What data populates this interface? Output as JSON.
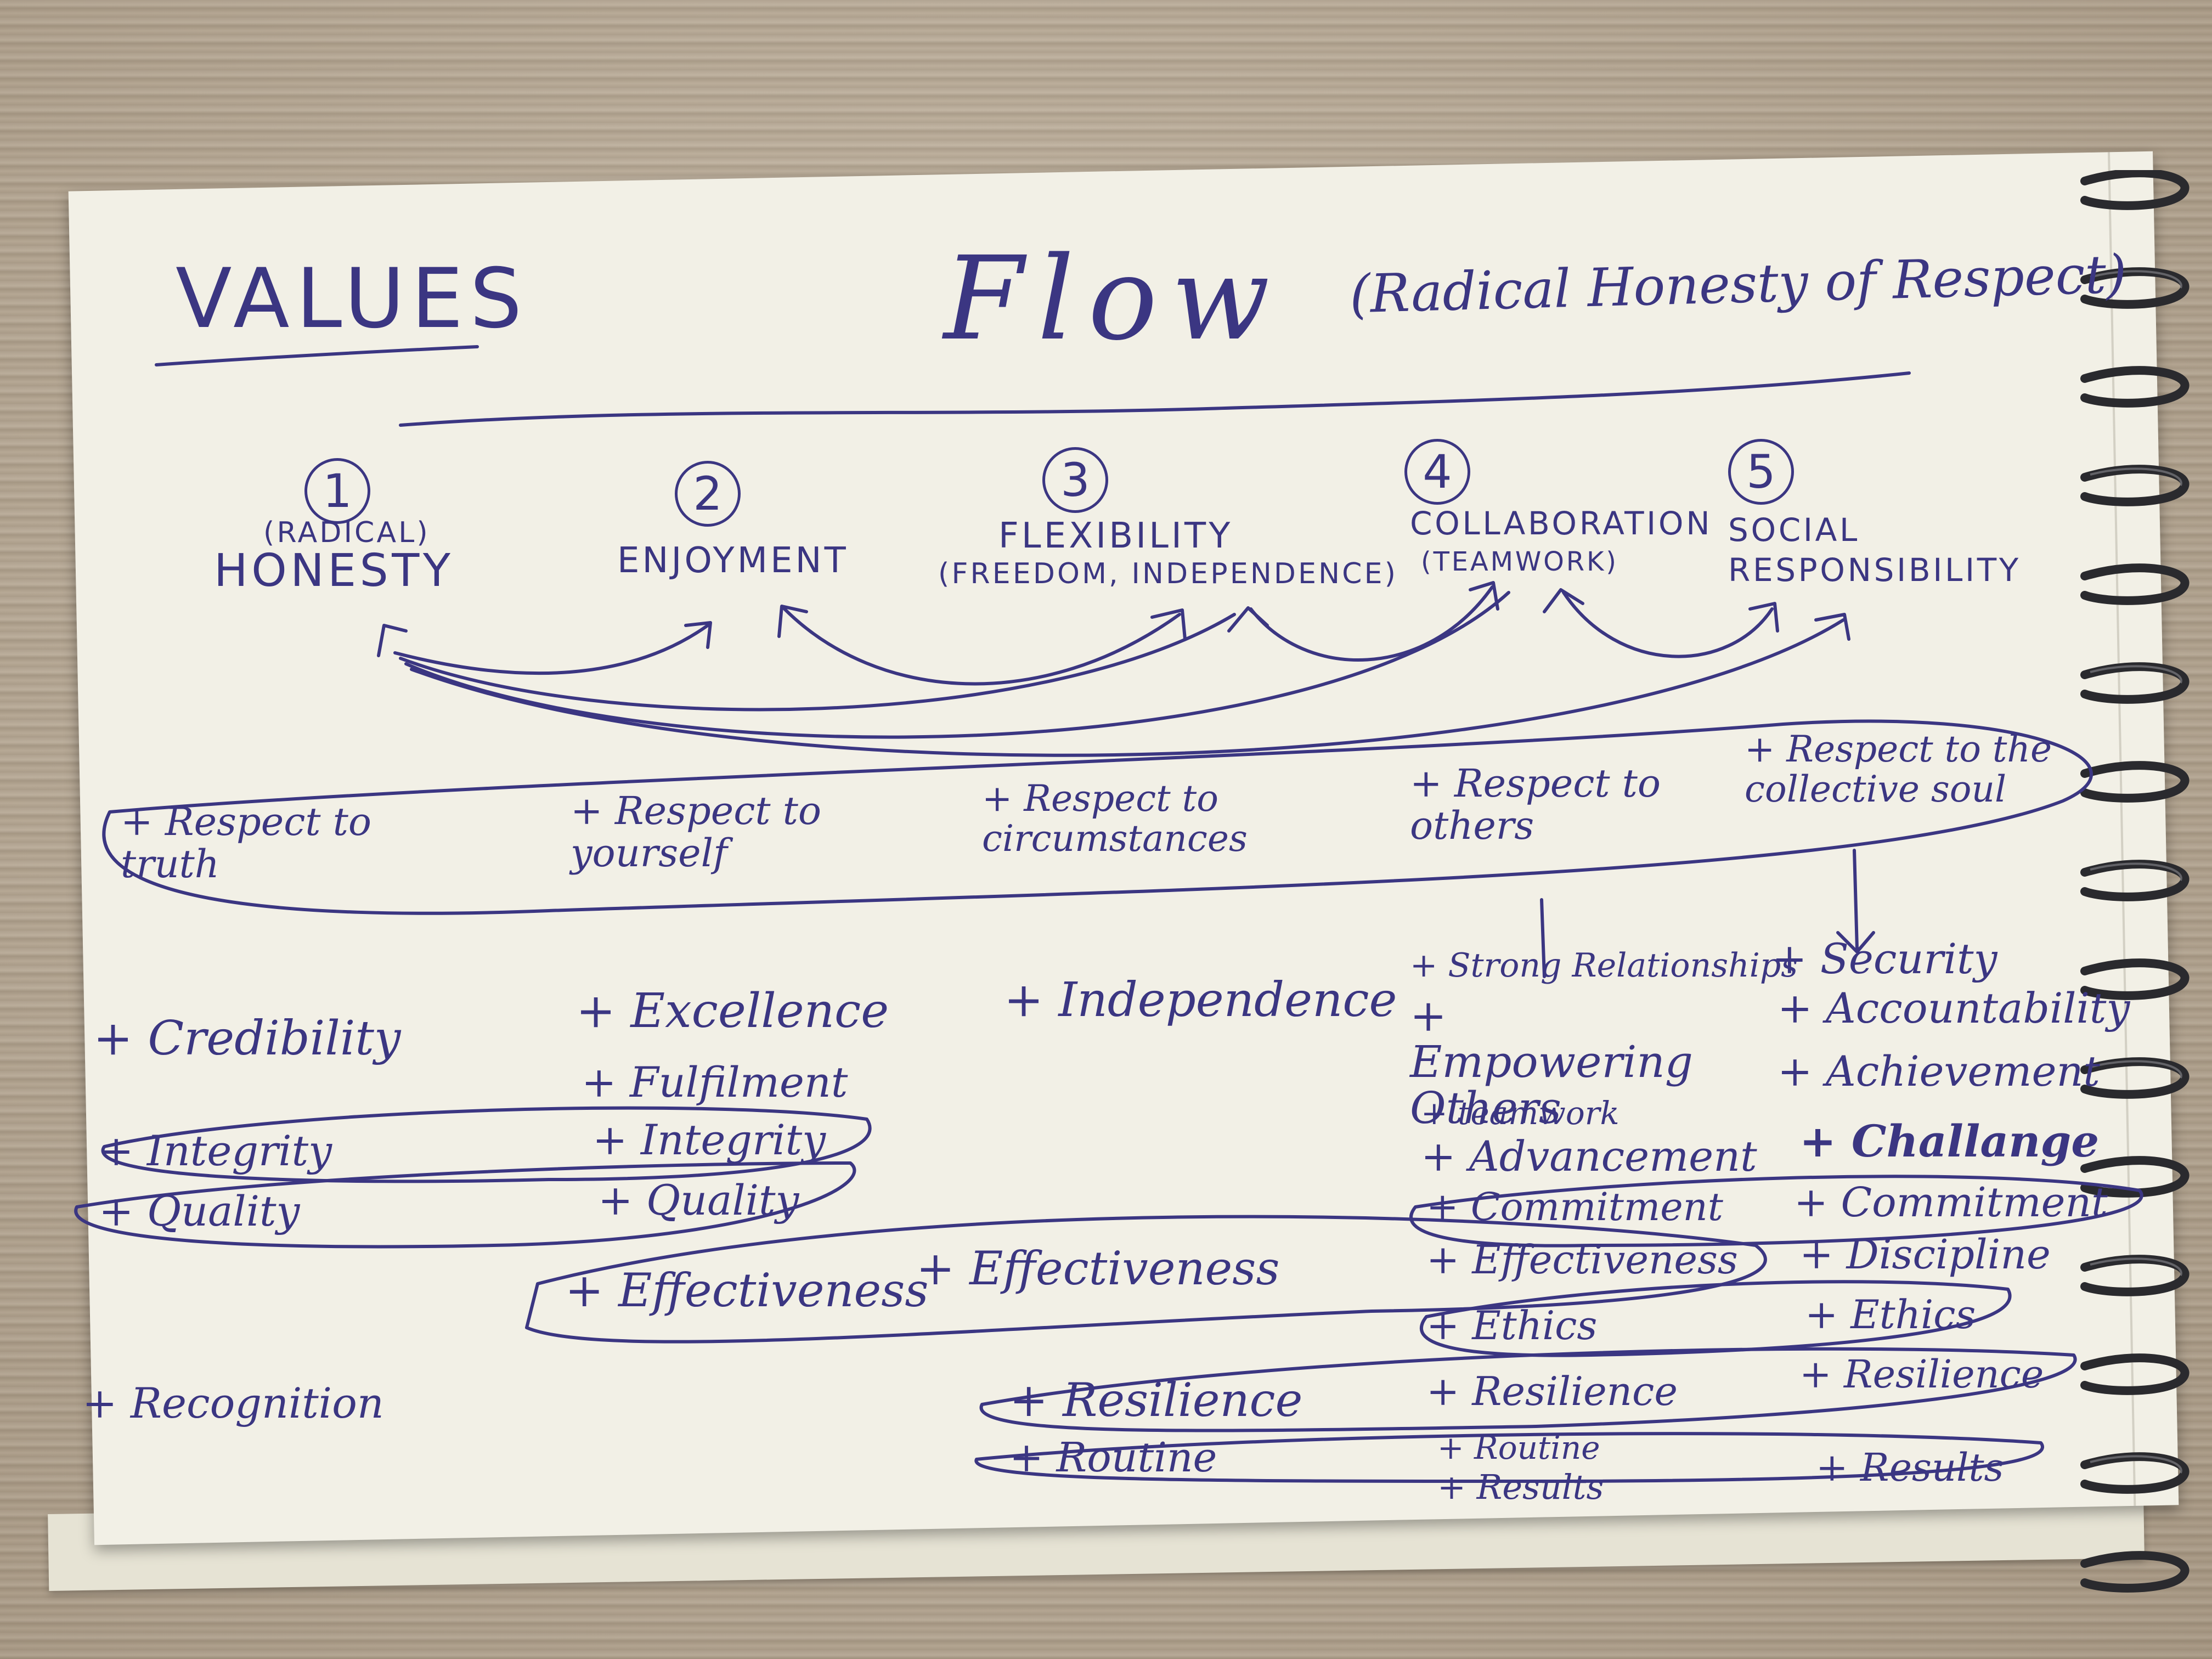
{
  "sketch": {
    "heading": "VALUES",
    "title": "Flow",
    "subtitle": "(Radical Honesty of Respect)",
    "core_values": [
      {
        "number": "1",
        "qualifier": "(RADICAL)",
        "name": "HONESTY"
      },
      {
        "number": "2",
        "qualifier": "",
        "name": "ENJOYMENT"
      },
      {
        "number": "3",
        "qualifier": "(FREEDOM, INDEPENDENCE)",
        "name": "FLEXIBILITY"
      },
      {
        "number": "4",
        "qualifier": "(TEAMWORK)",
        "name": "COLLABORATION"
      },
      {
        "number": "5",
        "qualifier": "",
        "name": "SOCIAL RESPONSIBILITY"
      }
    ],
    "respect_row": [
      "+ Respect to truth",
      "+ Respect to yourself",
      "+ Respect to circumstances",
      "+ Respect to others",
      "+ Respect to the collective soul"
    ],
    "column_1": [
      "+ Credibility",
      "+ Integrity",
      "+ Quality",
      "+ Recognition"
    ],
    "column_2": [
      "+ Excellence",
      "+ Fulfilment",
      "+ Integrity",
      "+ Quality",
      "+ Effectiveness"
    ],
    "column_3": [
      "+ Independence",
      "+ Effectiveness",
      "+ Resilience",
      "+ Routine"
    ],
    "column_4": [
      "+ Strong Relationships",
      "+ Empowering Others",
      "+ teamwork",
      "+ Advancement",
      "+ Commitment",
      "+ Effectiveness",
      "+ Ethics",
      "+ Resilience",
      "+ Routine",
      "+ Results"
    ],
    "column_5": [
      "+ Security",
      "+ Accountability",
      "+ Achievement",
      "+ Challange",
      "+ Commitment",
      "+ Discipline",
      "+ Ethics",
      "+ Resilience",
      "+ Results"
    ]
  },
  "colors": {
    "ink": "#3b3682",
    "paper": "#f2f0e6",
    "desk": "#b9ab98"
  }
}
